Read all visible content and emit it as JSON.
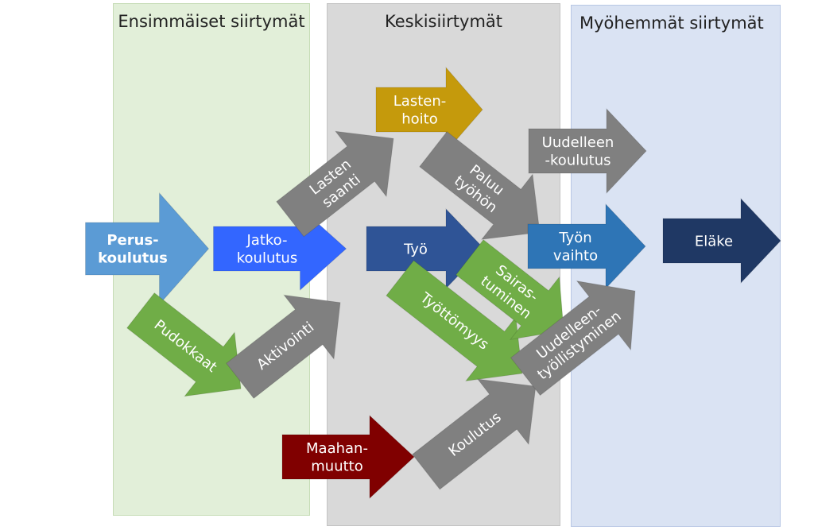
{
  "phases": {
    "early": "Ensimmäiset siirtymät",
    "middle": "Keskisiirtymät",
    "late": "Myöhemmät siirtymät"
  },
  "colors": {
    "light_blue": "#5b9bd5",
    "bright_blue": "#3366ff",
    "dark_blue": "#2f5496",
    "mid_blue": "#2e75b6",
    "navy": "#1f3864",
    "green": "#70ad47",
    "gray": "#808080",
    "gold": "#c59a0c",
    "dark_red": "#800000"
  },
  "arrows": {
    "peruskoulutus": {
      "lines": [
        "Perus-",
        "koulutus"
      ],
      "color": "light_blue"
    },
    "jatkokoulutus": {
      "lines": [
        "Jatko-",
        "koulutus"
      ],
      "color": "bright_blue"
    },
    "pudokkaat": {
      "lines": [
        "Pudokkaat"
      ],
      "color": "green"
    },
    "aktivointi": {
      "lines": [
        "Aktivointi"
      ],
      "color": "gray"
    },
    "lasten_saanti": {
      "lines": [
        "Lasten",
        "saanti"
      ],
      "color": "gray"
    },
    "lastenhoito": {
      "lines": [
        "Lasten-",
        "hoito"
      ],
      "color": "gold"
    },
    "tyo": {
      "lines": [
        "Työ"
      ],
      "color": "dark_blue"
    },
    "paluu_tyohon": {
      "lines": [
        "Paluu",
        "työhön"
      ],
      "color": "gray"
    },
    "tyottomyys": {
      "lines": [
        "Työttömyys"
      ],
      "color": "green"
    },
    "sairastuminen": {
      "lines": [
        "Sairas-",
        "tuminen"
      ],
      "color": "green"
    },
    "maahanmuutto": {
      "lines": [
        "Maahan-",
        "muutto"
      ],
      "color": "dark_red"
    },
    "koulutus": {
      "lines": [
        "Koulutus"
      ],
      "color": "gray"
    },
    "uudelleenkoulutus": {
      "lines": [
        "Uudelleen",
        "-koulutus"
      ],
      "color": "gray"
    },
    "tyon_vaihto": {
      "lines": [
        "Työn",
        "vaihto"
      ],
      "color": "mid_blue"
    },
    "uudelleentyollistyminen": {
      "lines": [
        "Uudelleen-",
        "työllistyminen"
      ],
      "color": "gray"
    },
    "elake": {
      "lines": [
        "Eläke"
      ],
      "color": "navy"
    }
  }
}
